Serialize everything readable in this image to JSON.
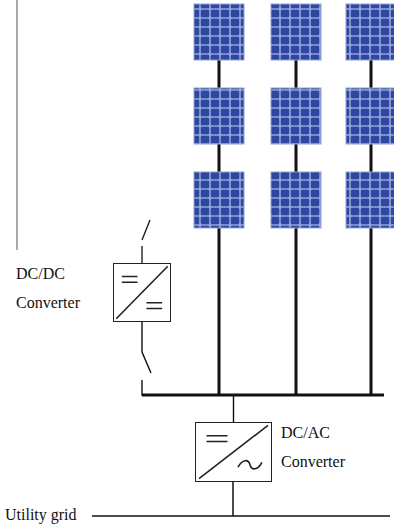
{
  "diagram": {
    "nodes": [
      {
        "text": [
          "DC/DC Converter"
        ]
      },
      {
        "text": [
          "DC/AC Converter"
        ]
      }
    ],
    "edges": [
      {
        "from": 0,
        "to": 1,
        "arrow": "none"
      }
    ],
    "labels": [
      "Utility grid"
    ]
  }
}
